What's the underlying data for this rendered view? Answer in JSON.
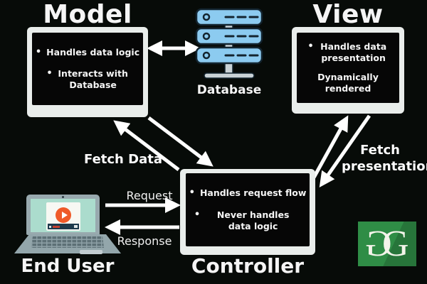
{
  "nodes": {
    "model": {
      "title": "Model",
      "bullets": [
        "Handles data logic",
        "Interacts with Database"
      ]
    },
    "database": {
      "label": "Database"
    },
    "view": {
      "title": "View",
      "bullets": [
        "Handles data presentation"
      ],
      "note": "Dynamically rendered"
    },
    "controller": {
      "title": "Controller",
      "bullets": [
        "Handles request flow",
        "Never handles data logic"
      ]
    },
    "end_user": {
      "label": "End User"
    }
  },
  "edge_labels": {
    "fetch_data": "Fetch Data",
    "fetch_presentation": "Fetch presentation",
    "request": "Request",
    "response": "Response"
  },
  "logo": {
    "letter": "G",
    "brand_green": "#2f8d46"
  },
  "colors": {
    "background": "#070b08",
    "monitor_frame": "#e9edeb",
    "screen_black": "#060606",
    "arrow_white": "#ffffff",
    "server_blue": "#8ccbf0",
    "server_outline": "#13242f",
    "server_stand_gray": "#c9d2d6",
    "laptop_gray": "#98a9ae",
    "laptop_screen_mint": "#abdccd",
    "player_orange": "#ef5a29",
    "player_bar_navy": "#1e3a4c",
    "text_white": "#f5f5f5"
  }
}
